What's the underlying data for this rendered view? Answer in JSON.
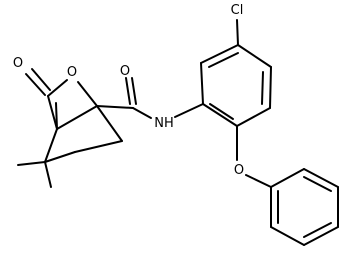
{
  "molecule": {
    "atoms": {
      "chlorine": "Cl",
      "amide_nitrogen": "NH",
      "amide_oxygen": "O",
      "lactone_carbonyl_oxygen": "O",
      "ring_oxygen": "O",
      "ether_oxygen": "O"
    },
    "colors": {
      "bond": "#000000",
      "label": "#000000",
      "background": "#ffffff"
    }
  }
}
